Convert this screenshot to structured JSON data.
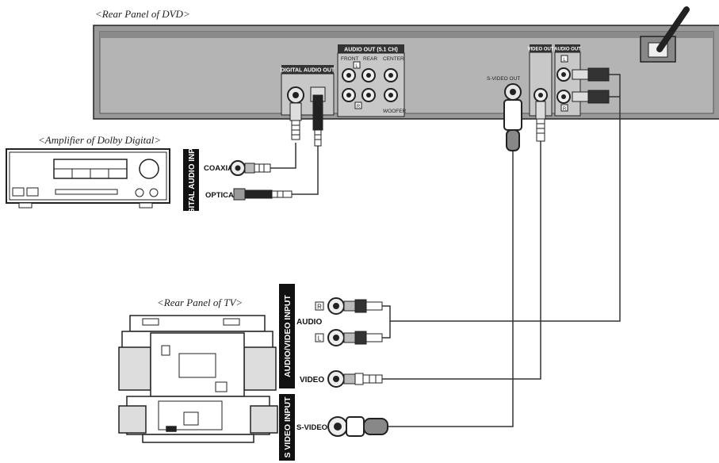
{
  "captions": {
    "dvd_rear": "<Rear Panel of DVD>",
    "amplifier": "<Amplifier of Dolby Digital>",
    "tv_rear": "<Rear Panel of TV>"
  },
  "dvd_panel": {
    "digital_audio_out": "DIGITAL AUDIO OUT",
    "audio_out_51": "AUDIO OUT (5.1 CH)",
    "front": "FRONT",
    "rear": "REAR",
    "center": "CENTER",
    "woofer": "WOOFER",
    "front_l": "L",
    "front_r": "R",
    "s_video_out": "S-VIDEO OUT",
    "video_out": "VIDEO OUT",
    "audio_out": "AUDIO OUT",
    "audio_l": "L",
    "audio_r": "R"
  },
  "amplifier_inputs": {
    "group_label": "DIGITAL AUDIO INPUT",
    "coaxial": "COAXIAL",
    "optical": "OPTICAL"
  },
  "tv_inputs": {
    "av_group_label": "AUDIO/VIDEO INPUT",
    "audio": "AUDIO",
    "audio_r": "R",
    "audio_l": "L",
    "video": "VIDEO",
    "svideo_group_label": "S VIDEO INPUT",
    "s_video": "S-VIDEO"
  }
}
